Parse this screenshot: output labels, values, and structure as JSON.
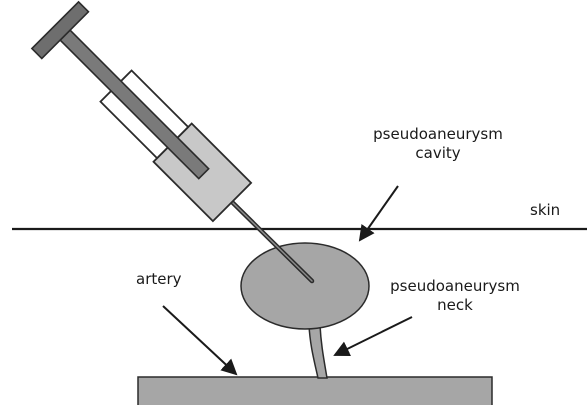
{
  "labels": {
    "skin": "skin",
    "artery": "artery",
    "cavity": [
      "pseudoaneurysm",
      "cavity"
    ],
    "neck": [
      "pseudoaneurysm",
      "neck"
    ]
  },
  "colors": {
    "fill_gray": "#a6a6a6",
    "stroke": "#2b2b2b",
    "barrel_light": "#ffffff",
    "barrel_dark": "#c8c8c8",
    "plunger_rod": "#7a7a7a",
    "plunger_cap": "#6e6e6e"
  }
}
